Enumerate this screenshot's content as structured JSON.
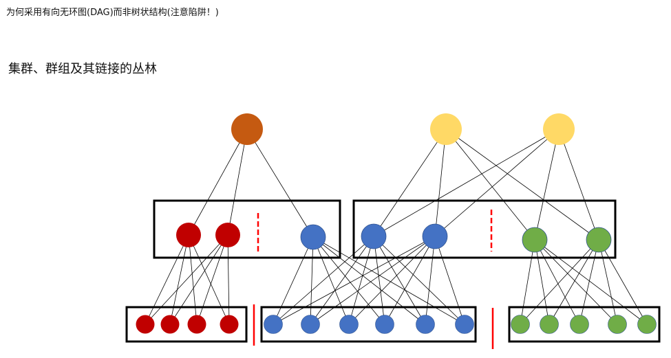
{
  "header": {
    "question": "为何采用有向无环图(DAG)而非树状结构(注意陷阱！)"
  },
  "slide": {
    "title": "集群、群组及其链接的丛林"
  },
  "colors": {
    "orange": "#C55A11",
    "yellow": "#FFD966",
    "red": "#C00000",
    "blue": "#4472C4",
    "green": "#70AD47",
    "divider": "#FF0000"
  },
  "graph": {
    "top": [
      {
        "id": "o",
        "color": "orange"
      },
      {
        "id": "y1",
        "color": "yellow"
      },
      {
        "id": "y2",
        "color": "yellow"
      }
    ],
    "mid_groups": [
      {
        "nodes": [
          {
            "id": "r1",
            "color": "red"
          },
          {
            "id": "r2",
            "color": "red"
          },
          {
            "id": "b1",
            "color": "blue"
          }
        ]
      },
      {
        "nodes": [
          {
            "id": "b2",
            "color": "blue"
          },
          {
            "id": "b3",
            "color": "blue"
          },
          {
            "id": "g1",
            "color": "green"
          },
          {
            "id": "g2",
            "color": "green"
          }
        ]
      }
    ],
    "bottom_groups": [
      {
        "color": "red",
        "count": 4
      },
      {
        "color": "blue",
        "count": 6
      },
      {
        "color": "green",
        "count": 5
      }
    ],
    "edges_top": [
      [
        "o",
        "r1"
      ],
      [
        "o",
        "r2"
      ],
      [
        "o",
        "b1"
      ],
      [
        "y1",
        "b2"
      ],
      [
        "y1",
        "b3"
      ],
      [
        "y1",
        "g1"
      ],
      [
        "y1",
        "g2"
      ],
      [
        "y2",
        "b2"
      ],
      [
        "y2",
        "b3"
      ],
      [
        "y2",
        "g1"
      ],
      [
        "y2",
        "g2"
      ]
    ]
  }
}
